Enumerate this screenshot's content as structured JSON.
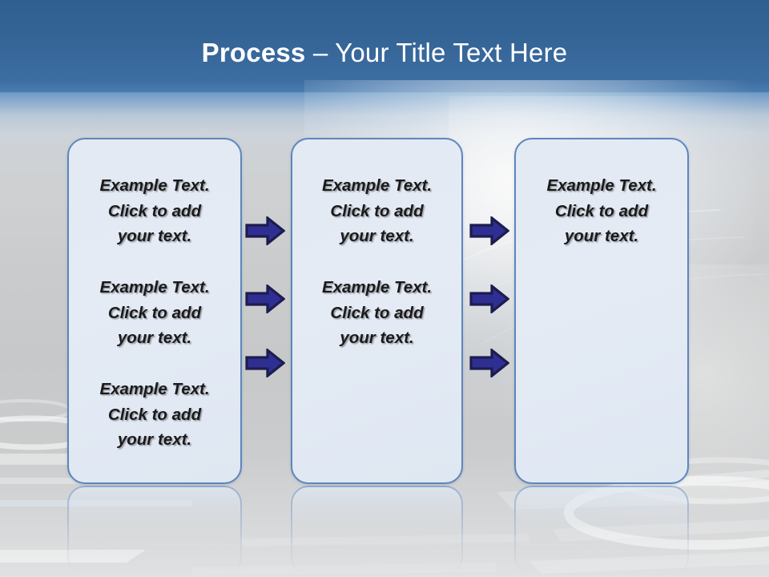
{
  "slide": {
    "title_strong": "Process",
    "title_rest": " – Your Title Text Here",
    "title_full": "Process – Your Title Text Here",
    "accent_color": "#3d6ea2",
    "box_border_color": "#5d86bd",
    "box_fill_color": "#e3eaf4",
    "arrow_fill_color": "#2f2f93",
    "arrow_outline_color": "#1c1c4e",
    "title_text_color": "#ffffff",
    "body_text_color": "#1a1a1a"
  },
  "columns": [
    {
      "name": "column-1",
      "blocks": [
        {
          "text": "Example Text.\nClick  to add\nyour text."
        },
        {
          "text": "Example Text.\nClick  to add\nyour text."
        },
        {
          "text": "Example Text.\nClick  to add\nyour text."
        }
      ]
    },
    {
      "name": "column-2",
      "blocks": [
        {
          "text": "Example Text.\nClick  to add\nyour text."
        },
        {
          "text": "Example Text.\nClick  to add\nyour text."
        }
      ]
    },
    {
      "name": "column-3",
      "blocks": [
        {
          "text": "Example Text.\nClick  to add\nyour text."
        }
      ]
    }
  ],
  "arrows": {
    "label": "right-arrow",
    "count": 6,
    "groups": [
      {
        "name": "arrows-between-1-and-2",
        "count": 3
      },
      {
        "name": "arrows-between-2-and-3",
        "count": 3
      }
    ]
  }
}
